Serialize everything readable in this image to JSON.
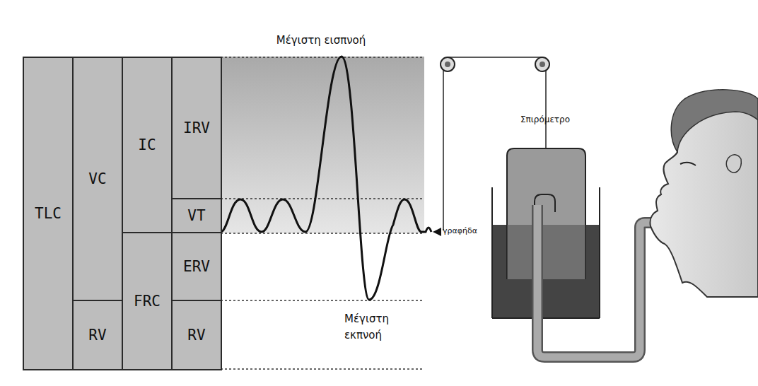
{
  "diagram": {
    "nodes": [
      {
        "text": [
          "TLC"
        ]
      },
      {
        "text": [
          "VC"
        ]
      },
      {
        "text": [
          "RV"
        ]
      },
      {
        "text": [
          "IC"
        ]
      },
      {
        "text": [
          "FRC"
        ]
      },
      {
        "text": [
          "IRV"
        ]
      },
      {
        "text": [
          "VT"
        ]
      },
      {
        "text": [
          "ERV"
        ]
      },
      {
        "text": [
          "RV"
        ]
      }
    ],
    "labels": [
      "Μέγιστη εισπνοή",
      "Μέγιστη εκπνοή",
      "Σπιρόμετρο",
      "γραφήδα"
    ]
  }
}
